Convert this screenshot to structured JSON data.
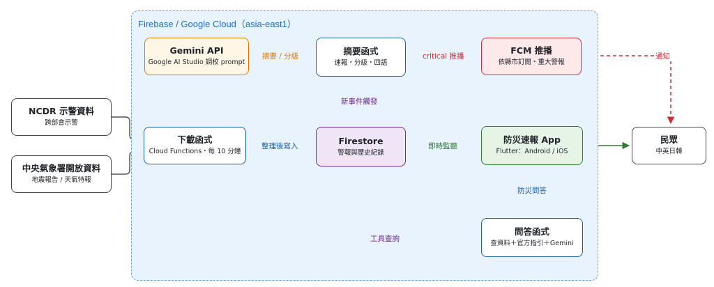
{
  "zone": {
    "title": "Firebase / Google Cloud（asia-east1）"
  },
  "nodes": {
    "ncdr": {
      "title": "NCDR 示警資料",
      "subtitle": "跨部會示警"
    },
    "cwa": {
      "title": "中央氣象署開放資料",
      "subtitle": "地震報告 / 天氣特報"
    },
    "download": {
      "title": "下載函式",
      "subtitle": "Cloud Functions・每 10 分鐘"
    },
    "gemini": {
      "title": "Gemini API",
      "subtitle": "Google AI Studio 調校 prompt"
    },
    "summary": {
      "title": "摘要函式",
      "subtitle": "速報・分級・四語"
    },
    "fcm": {
      "title": "FCM 推播",
      "subtitle": "依縣市訂閱・重大警報"
    },
    "firestore": {
      "title": "Firestore",
      "subtitle": "警報與歷史紀錄"
    },
    "app": {
      "title": "防災速報 App",
      "subtitle": "Flutter：Android / iOS"
    },
    "public": {
      "title": "民眾",
      "subtitle": "中英日韓"
    },
    "qa": {
      "title": "問答函式",
      "subtitle": "查資料＋官方指引＋Gemini"
    }
  },
  "edges": {
    "summary_to_gemini": "摘要 / 分級",
    "summary_to_fcm": "critical 推播",
    "fcm_to_public": "通知",
    "firestore_to_summary": "新事件觸發",
    "download_to_firestore": "整理後寫入",
    "firestore_to_app": "即時監聽",
    "app_to_qa": "防災問答",
    "qa_to_firestore": "工具查詢"
  },
  "colors": {
    "blue": "#1a5fb4",
    "orange": "#e07b00",
    "red": "#d12b35",
    "purple": "#6b2b8f",
    "green": "#2f7d32",
    "dark": "#444444"
  }
}
